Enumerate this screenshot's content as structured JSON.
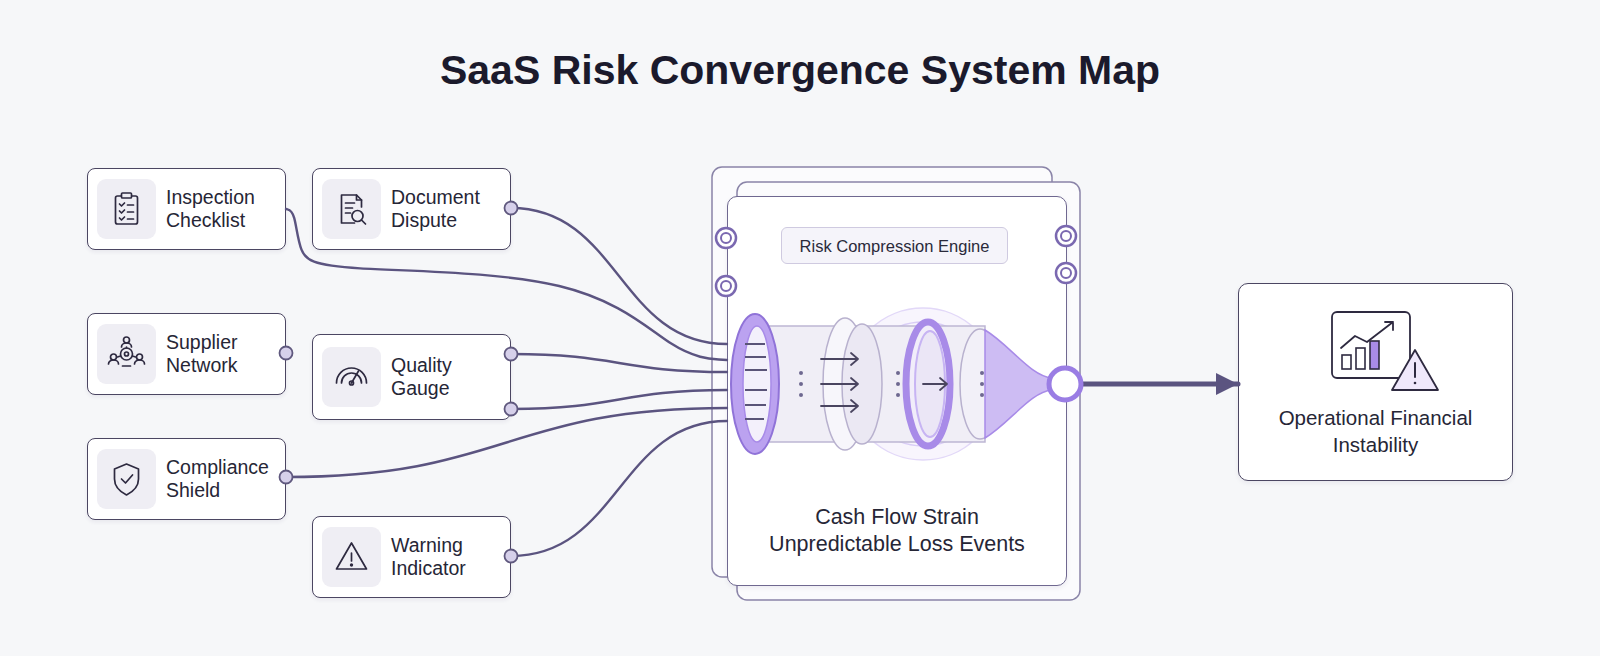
{
  "diagram": {
    "title": "SaaS Risk Convergence System Map",
    "nodes": [
      {
        "text": [
          "Inspection Checklist"
        ]
      },
      {
        "text": [
          "Document Dispute"
        ]
      },
      {
        "text": [
          "Supplier Network"
        ]
      },
      {
        "text": [
          "Quality Gauge"
        ]
      },
      {
        "text": [
          "Compliance Shield"
        ]
      },
      {
        "text": [
          "Warning Indicator"
        ]
      },
      {
        "text": [
          "Cash Flow Strain",
          "Unpredictable Loss Events"
        ]
      },
      {
        "text": [
          "Risk Compression Engine"
        ],
        "in": 6
      },
      {
        "text": [
          "Operational Financial Instability"
        ]
      }
    ],
    "edges": [
      {
        "from": 0,
        "to": 6,
        "arrow": "none"
      },
      {
        "from": 1,
        "to": 6,
        "arrow": "none"
      },
      {
        "from": 3,
        "to": 6,
        "arrow": "none"
      },
      {
        "from": 3,
        "to": 6,
        "arrow": "none"
      },
      {
        "from": 4,
        "to": 6,
        "arrow": "none"
      },
      {
        "from": 5,
        "to": 6,
        "arrow": "none"
      },
      {
        "from": 6,
        "to": 8,
        "arrow": "to"
      }
    ]
  }
}
